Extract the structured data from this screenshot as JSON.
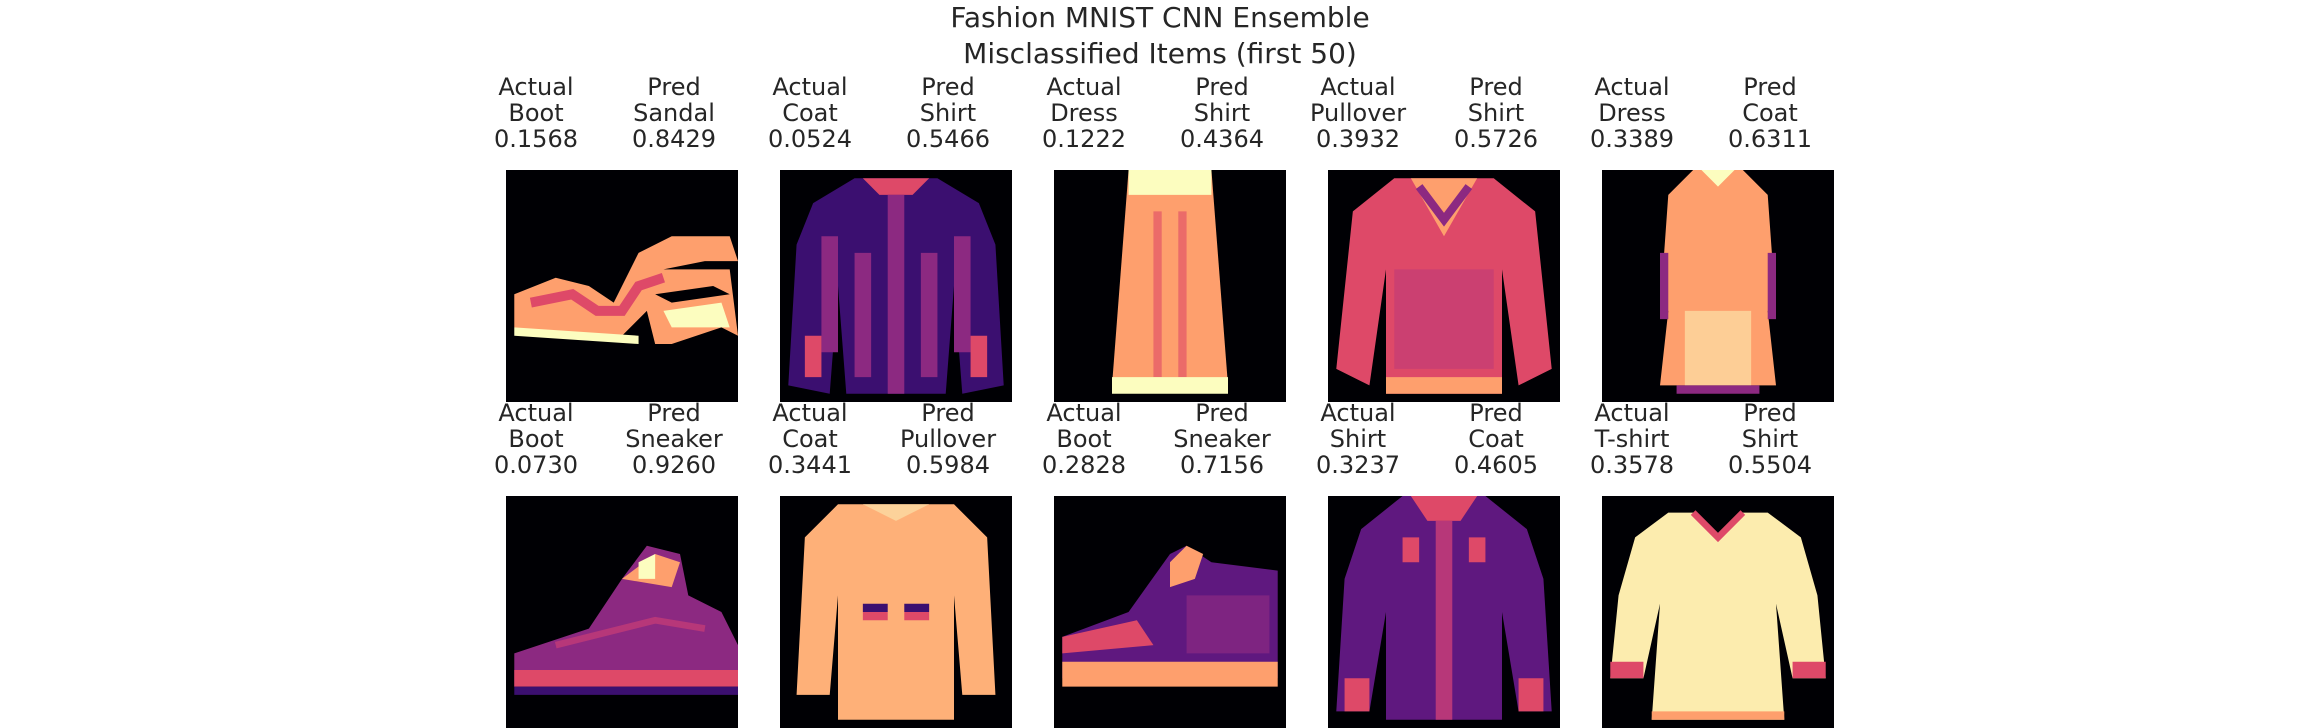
{
  "title": {
    "line1": "Fashion MNIST CNN Ensemble",
    "line2": "Misclassified Items (first 50)"
  },
  "colors": {
    "background": "#000004",
    "dark_purple": "#3b0f70",
    "purple": "#8c2981",
    "magenta": "#de4968",
    "salmon": "#fe9f6d",
    "cream": "#fcfdbf"
  },
  "items": [
    {
      "actual_label": "Actual",
      "actual": "Boot",
      "actual_prob": "0.1568",
      "pred_label": "Pred",
      "pred": "Sandal",
      "pred_prob": "0.8429",
      "icon": "sandal-image"
    },
    {
      "actual_label": "Actual",
      "actual": "Coat",
      "actual_prob": "0.0524",
      "pred_label": "Pred",
      "pred": "Shirt",
      "pred_prob": "0.5466",
      "icon": "coat-image"
    },
    {
      "actual_label": "Actual",
      "actual": "Dress",
      "actual_prob": "0.1222",
      "pred_label": "Pred",
      "pred": "Shirt",
      "pred_prob": "0.4364",
      "icon": "dress-image"
    },
    {
      "actual_label": "Actual",
      "actual": "Pullover",
      "actual_prob": "0.3932",
      "pred_label": "Pred",
      "pred": "Shirt",
      "pred_prob": "0.5726",
      "icon": "pullover-image"
    },
    {
      "actual_label": "Actual",
      "actual": "Dress",
      "actual_prob": "0.3389",
      "pred_label": "Pred",
      "pred": "Coat",
      "pred_prob": "0.6311",
      "icon": "dress-image"
    },
    {
      "actual_label": "Actual",
      "actual": "Boot",
      "actual_prob": "0.0730",
      "pred_label": "Pred",
      "pred": "Sneaker",
      "pred_prob": "0.9260",
      "icon": "sneaker-image"
    },
    {
      "actual_label": "Actual",
      "actual": "Coat",
      "actual_prob": "0.3441",
      "pred_label": "Pred",
      "pred": "Pullover",
      "pred_prob": "0.5984",
      "icon": "coat-image"
    },
    {
      "actual_label": "Actual",
      "actual": "Boot",
      "actual_prob": "0.2828",
      "pred_label": "Pred",
      "pred": "Sneaker",
      "pred_prob": "0.7156",
      "icon": "boot-image"
    },
    {
      "actual_label": "Actual",
      "actual": "Shirt",
      "actual_prob": "0.3237",
      "pred_label": "Pred",
      "pred": "Coat",
      "pred_prob": "0.4605",
      "icon": "shirt-image"
    },
    {
      "actual_label": "Actual",
      "actual": "T-shirt",
      "actual_prob": "0.3578",
      "pred_label": "Pred",
      "pred": "Shirt",
      "pred_prob": "0.5504",
      "icon": "tshirt-image"
    }
  ]
}
